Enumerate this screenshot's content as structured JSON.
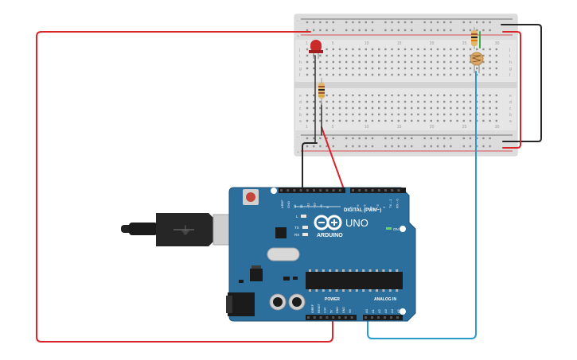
{
  "breadboard": {
    "rail_plus": "+",
    "rail_minus": "-",
    "rows_top": [
      "j",
      "i",
      "h",
      "g",
      "f"
    ],
    "rows_bottom": [
      "e",
      "d",
      "c",
      "b",
      "a"
    ],
    "columns": [
      "1",
      "5",
      "10",
      "15",
      "20",
      "25",
      "30"
    ]
  },
  "arduino": {
    "brand": "ARDUINO",
    "model": "UNO",
    "digital_header": "DIGITAL (PWM~)",
    "analog_header": "ANALOG IN",
    "power_header": "POWER",
    "on_label": "ON",
    "led_l": "L",
    "led_tx": "TX",
    "led_rx": "RX",
    "aref": "AREF",
    "gnd": "GND",
    "digital_pins": [
      "13",
      "12",
      "~11",
      "~10",
      "~9",
      "8",
      "7",
      "~6",
      "~5",
      "4",
      "~3",
      "2",
      "TX→1",
      "RX←0"
    ],
    "power_pins": [
      "IOREF",
      "RESET",
      "3.3V",
      "5V",
      "GND",
      "GND",
      "Vin"
    ],
    "analog_pins": [
      "A0",
      "A1",
      "A2",
      "A3",
      "A4",
      "A5"
    ]
  },
  "colors": {
    "board": "#2c6e9c",
    "board_dark": "#1f5377",
    "wire_red": "#d9242a",
    "wire_black": "#262626",
    "wire_blue": "#2a9bd1",
    "breadboard": "#e6e6e6",
    "led": "#c92b2b"
  },
  "components": [
    "red-led",
    "resistor-220",
    "resistor-10k",
    "photoresistor",
    "usb-cable",
    "power-jack"
  ]
}
